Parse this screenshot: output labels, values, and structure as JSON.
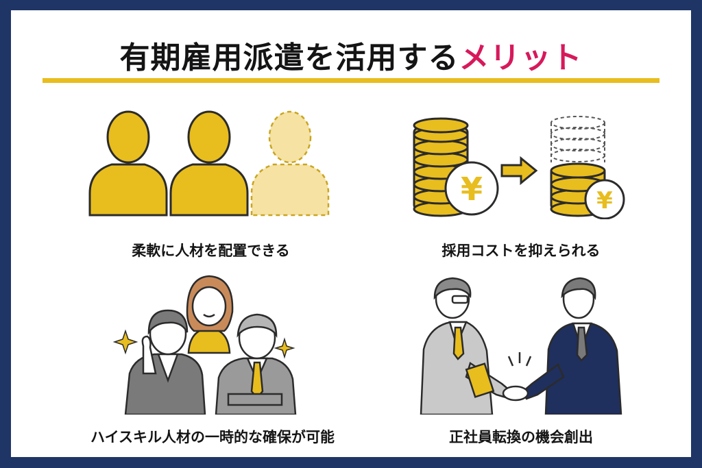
{
  "title": {
    "main": "有期雇用派遣を活用する",
    "accent": "メリット"
  },
  "colors": {
    "frame": "#1f3566",
    "accent": "#d7195c",
    "gold": "#e8bd1e",
    "gold_light": "#f6e2a3",
    "outline": "#2b2b2b"
  },
  "benefits": [
    {
      "caption": "柔軟に人材を配置できる",
      "icon": "people-silhouettes-icon"
    },
    {
      "caption": "採用コストを抑えられる",
      "icon": "yen-coins-decrease-icon"
    },
    {
      "caption": "ハイスキル人材の一時的な確保が可能",
      "icon": "skilled-team-icon"
    },
    {
      "caption": "正社員転換の機会創出",
      "icon": "handshake-icon"
    }
  ],
  "yen_symbol": "¥"
}
